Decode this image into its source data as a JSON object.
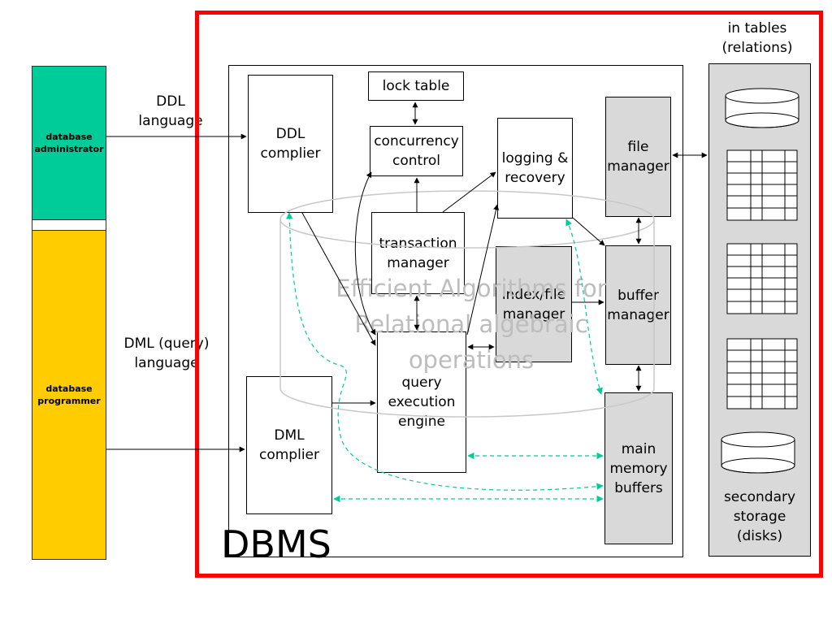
{
  "roles": {
    "admin": "database\nadministrator",
    "programmer": "database\nprogrammer"
  },
  "inputs": {
    "ddl_language": "DDL\nlanguage",
    "dml_language": "DML (query)\nlanguage"
  },
  "components": {
    "ddl_compiler": "DDL\ncomplier",
    "dml_compiler": "DML\ncomplier",
    "lock_table": "lock table",
    "concurrency_control": "concurrency\ncontrol",
    "logging_recovery": "logging &\nrecovery",
    "transaction_manager": "transaction\nmanager",
    "index_file_manager": "index/file\nmanager",
    "query_execution_engine": "query\nexecution\nengine",
    "file_manager": "file\nmanager",
    "buffer_manager": "buffer\nmanager",
    "main_memory_buffers": "main\nmemory\nbuffers"
  },
  "storage": {
    "in_tables": "in tables\n(relations)",
    "secondary_storage": "secondary\nstorage\n(disks)"
  },
  "overlay_text": "Efficient Algorithms for\nRelational algebraic\noperations",
  "dbms_label": "DBMS",
  "colors": {
    "frame": "#ff0000",
    "admin_fill": "#00cc99",
    "programmer_fill": "#ffcc00",
    "gray_fill": "#d9d9d9",
    "dashed_arrow": "#00cc99",
    "overlay": "#bdbdbd"
  }
}
